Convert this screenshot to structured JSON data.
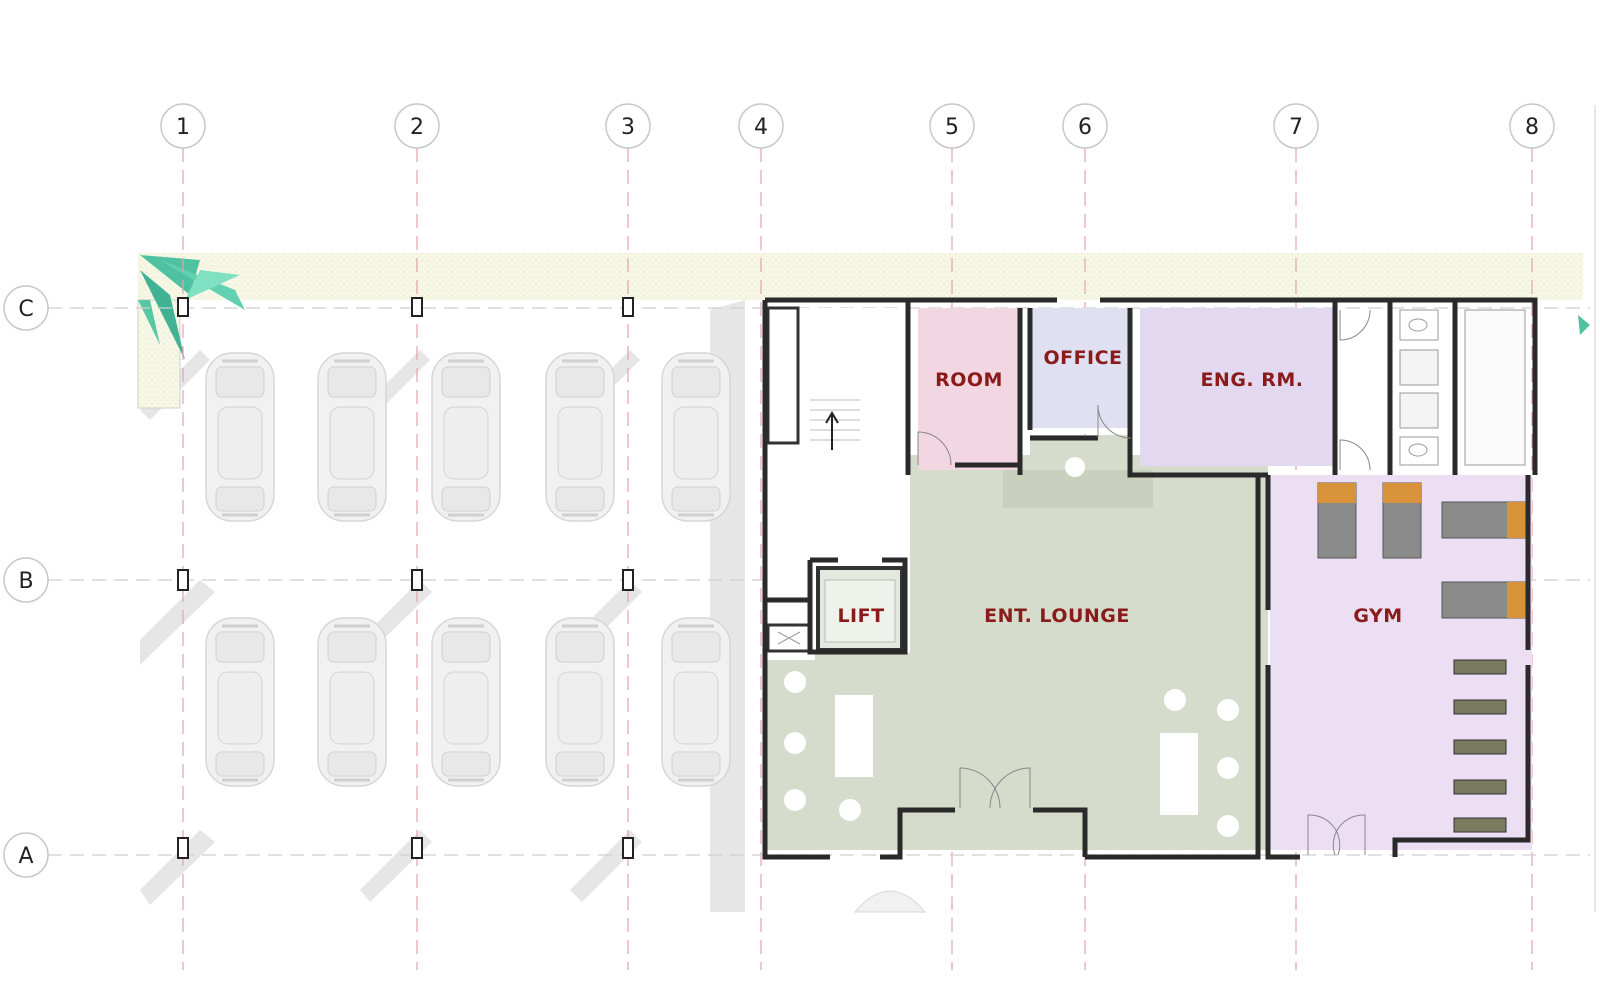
{
  "grid": {
    "columns": [
      "1",
      "2",
      "3",
      "4",
      "5",
      "6",
      "7",
      "8"
    ],
    "rows": [
      "C",
      "B",
      "A"
    ]
  },
  "rooms": {
    "room": "ROOM",
    "office": "OFFICE",
    "eng_rm": "ENG. RM.",
    "lift": "LIFT",
    "ent_lounge": "ENT. LOUNGE",
    "gym": "GYM"
  },
  "colors": {
    "room": "#f2d6e2",
    "office": "#dfe0f2",
    "eng_rm": "#e2d8f0",
    "lounge": "#d5dccb",
    "gym": "#ecdff3",
    "planting": "#f6f6e3",
    "label": "#8b1a1a"
  },
  "parking": {
    "upper_row_cars": 5,
    "lower_row_cars": 5
  },
  "gym_equipment": {
    "treadmills": 4,
    "benches": 5
  }
}
